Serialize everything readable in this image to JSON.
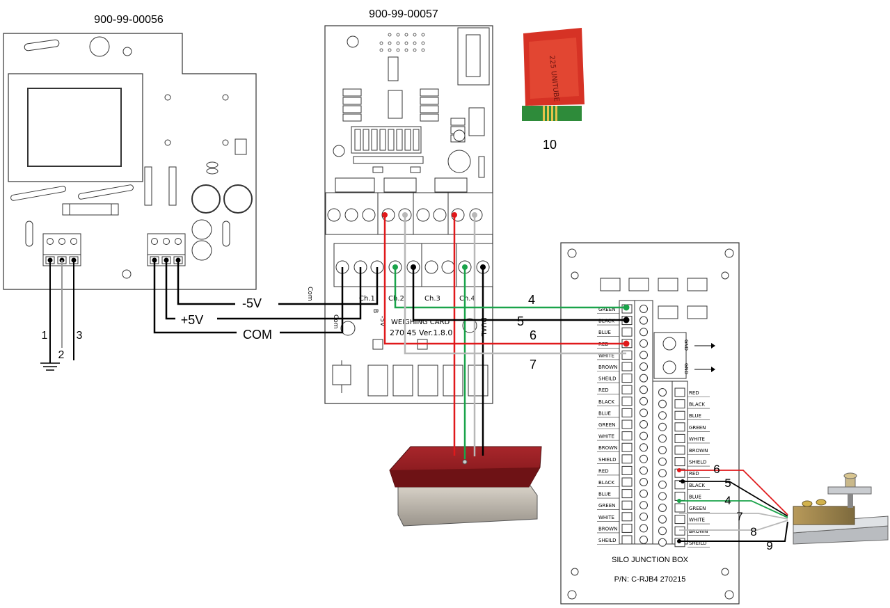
{
  "board_power": {
    "part_number": "900-99-00056"
  },
  "board_weighing": {
    "part_number": "900-99-00057",
    "card_text": "WEIGHING CARD",
    "version_text": "270 45  Ver.1.8.0",
    "channels": [
      "Ch.1",
      "Ch.2",
      "Ch.3",
      "Ch.4"
    ],
    "small_labels": [
      "Com",
      "Com",
      "B",
      "-5V",
      "DUAL"
    ]
  },
  "usb_device": {
    "label": "10",
    "printed_text": "225 UNITUBE"
  },
  "power_wires": {
    "minus5v": "-5V",
    "plus5v": "+5V",
    "com": "COM"
  },
  "ground_terminals": [
    "1",
    "2",
    "3"
  ],
  "wire_numbers_top": [
    "4",
    "5",
    "6",
    "7"
  ],
  "wire_numbers_bottom": [
    "6",
    "5",
    "4",
    "7",
    "8",
    "9"
  ],
  "junction_box": {
    "title": "SILO JUNCTION BOX",
    "part_number": "P/N: C-RJB4   270215",
    "left_labels": [
      "GREEN",
      "BLACK",
      "BLUE",
      "RED",
      "WHITE",
      "BROWN",
      "SHEILD",
      "RED",
      "BLACK",
      "BLUE",
      "GREEN",
      "WHITE",
      "BROWN",
      "SHIELD",
      "RED",
      "BLACK",
      "BLUE",
      "GREEN",
      "WHITE",
      "BROWN",
      "SHEILD"
    ],
    "right_labels": [
      "RED",
      "BLACK",
      "BLUE",
      "GREEN",
      "WHITE",
      "BROWN",
      "SHIELD",
      "RED",
      "BLACK",
      "BLUE",
      "GREEN",
      "WHITE",
      "BROWN",
      "SHEILD"
    ],
    "gnd_labels": [
      "GND",
      "GND"
    ]
  },
  "colors": {
    "green": "#1aa34a",
    "red": "#e0191b",
    "gray": "#b8b8b8",
    "black": "#000000",
    "loadcell_red": "#8c1c1f"
  }
}
